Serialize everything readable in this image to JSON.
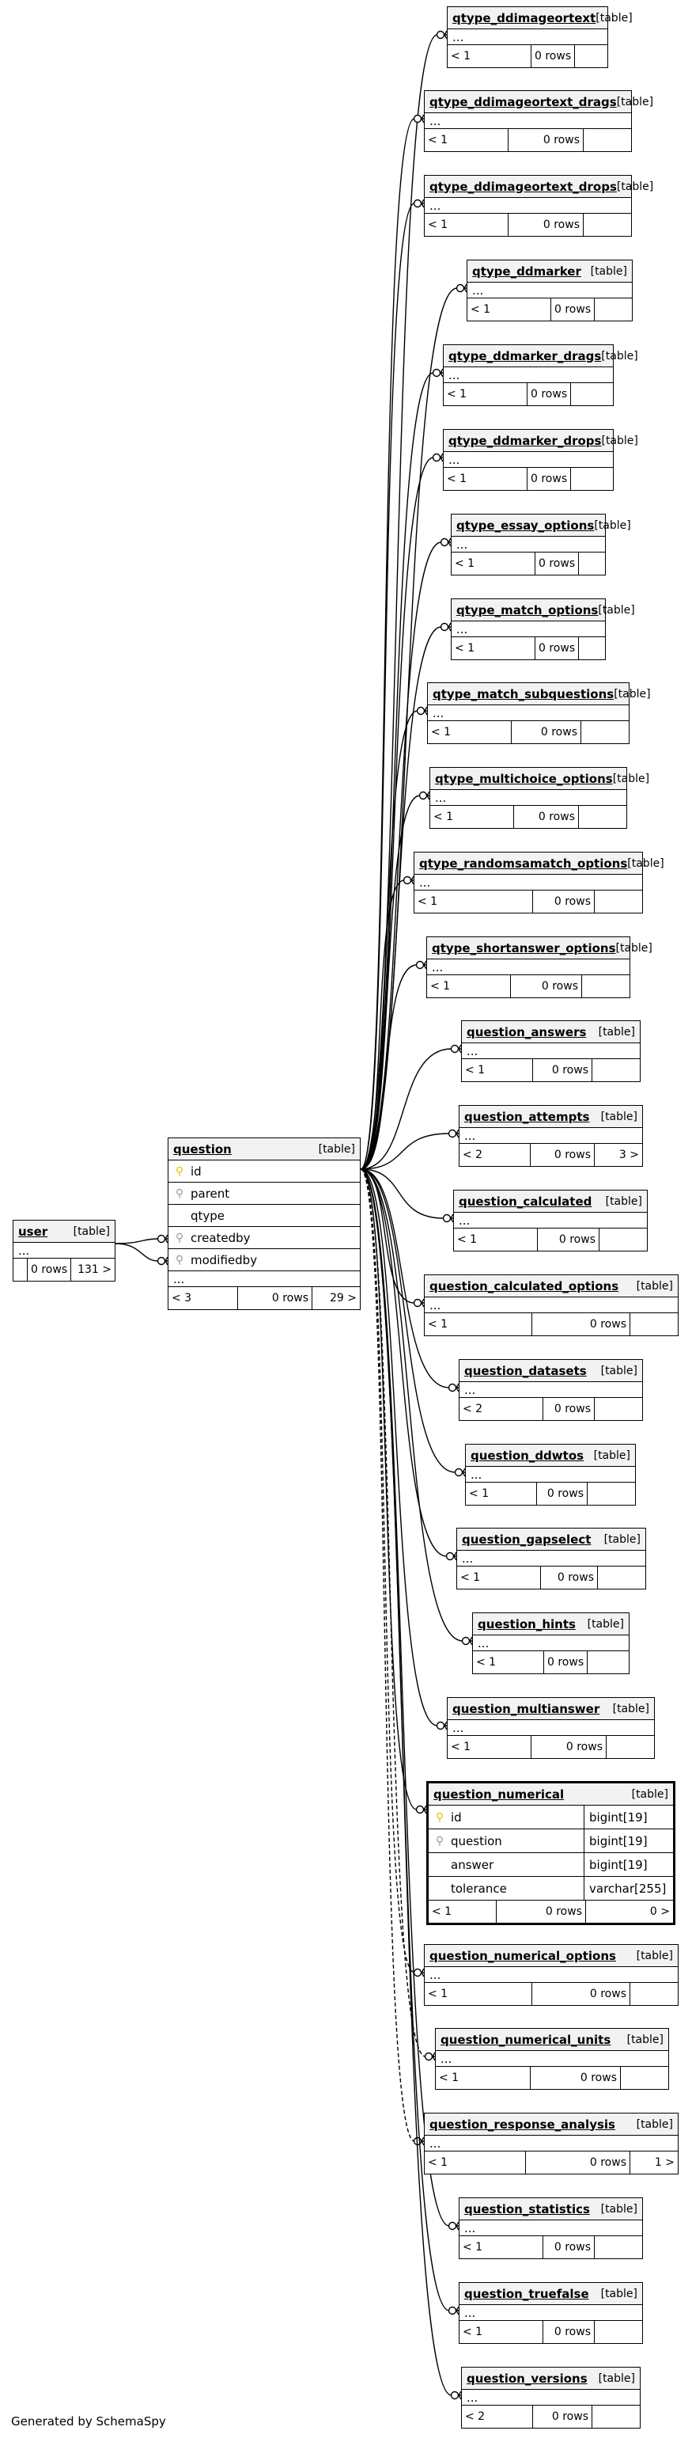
{
  "footer": {
    "generated_by": "Generated by SchemaSpy"
  },
  "colors": {
    "border": "#000000",
    "header_bg": "#f2f2f2",
    "pk_icon": "#e8c000",
    "fk_icon": "#9a9a9a"
  },
  "tables": {
    "user": {
      "name": "user",
      "kind": "[table]",
      "ellipsis": "...",
      "foot_lt": "",
      "foot_rows": "0 rows",
      "foot_gt": "131 >"
    },
    "question": {
      "name": "question",
      "kind": "[table]",
      "columns": [
        {
          "name": "id",
          "icon": "primary-key-icon"
        },
        {
          "name": "parent",
          "icon": "foreign-key-icon"
        },
        {
          "name": "qtype",
          "icon": ""
        },
        {
          "name": "createdby",
          "icon": "foreign-key-icon"
        },
        {
          "name": "modifiedby",
          "icon": "foreign-key-icon"
        }
      ],
      "ellipsis": "...",
      "foot_lt": "< 3",
      "foot_rows": "0 rows",
      "foot_gt": "29 >"
    },
    "qtype_ddimageortext": {
      "name": "qtype_ddimageortext",
      "kind": "[table]",
      "ellipsis": "...",
      "foot_lt": "< 1",
      "foot_rows": "0 rows",
      "foot_gt": ""
    },
    "qtype_ddimageortext_drags": {
      "name": "qtype_ddimageortext_drags",
      "kind": "[table]",
      "ellipsis": "...",
      "foot_lt": "< 1",
      "foot_rows": "0 rows",
      "foot_gt": ""
    },
    "qtype_ddimageortext_drops": {
      "name": "qtype_ddimageortext_drops",
      "kind": "[table]",
      "ellipsis": "...",
      "foot_lt": "< 1",
      "foot_rows": "0 rows",
      "foot_gt": ""
    },
    "qtype_ddmarker": {
      "name": "qtype_ddmarker",
      "kind": "[table]",
      "ellipsis": "...",
      "foot_lt": "< 1",
      "foot_rows": "0 rows",
      "foot_gt": ""
    },
    "qtype_ddmarker_drags": {
      "name": "qtype_ddmarker_drags",
      "kind": "[table]",
      "ellipsis": "...",
      "foot_lt": "< 1",
      "foot_rows": "0 rows",
      "foot_gt": ""
    },
    "qtype_ddmarker_drops": {
      "name": "qtype_ddmarker_drops",
      "kind": "[table]",
      "ellipsis": "...",
      "foot_lt": "< 1",
      "foot_rows": "0 rows",
      "foot_gt": ""
    },
    "qtype_essay_options": {
      "name": "qtype_essay_options",
      "kind": "[table]",
      "ellipsis": "...",
      "foot_lt": "< 1",
      "foot_rows": "0 rows",
      "foot_gt": ""
    },
    "qtype_match_options": {
      "name": "qtype_match_options",
      "kind": "[table]",
      "ellipsis": "...",
      "foot_lt": "< 1",
      "foot_rows": "0 rows",
      "foot_gt": ""
    },
    "qtype_match_subquestions": {
      "name": "qtype_match_subquestions",
      "kind": "[table]",
      "ellipsis": "...",
      "foot_lt": "< 1",
      "foot_rows": "0 rows",
      "foot_gt": ""
    },
    "qtype_multichoice_options": {
      "name": "qtype_multichoice_options",
      "kind": "[table]",
      "ellipsis": "...",
      "foot_lt": "< 1",
      "foot_rows": "0 rows",
      "foot_gt": ""
    },
    "qtype_randomsamatch_options": {
      "name": "qtype_randomsamatch_options",
      "kind": "[table]",
      "ellipsis": "...",
      "foot_lt": "< 1",
      "foot_rows": "0 rows",
      "foot_gt": ""
    },
    "qtype_shortanswer_options": {
      "name": "qtype_shortanswer_options",
      "kind": "[table]",
      "ellipsis": "...",
      "foot_lt": "< 1",
      "foot_rows": "0 rows",
      "foot_gt": ""
    },
    "question_answers": {
      "name": "question_answers",
      "kind": "[table]",
      "ellipsis": "...",
      "foot_lt": "< 1",
      "foot_rows": "0 rows",
      "foot_gt": ""
    },
    "question_attempts": {
      "name": "question_attempts",
      "kind": "[table]",
      "ellipsis": "...",
      "foot_lt": "< 2",
      "foot_rows": "0 rows",
      "foot_gt": "3 >"
    },
    "question_calculated": {
      "name": "question_calculated",
      "kind": "[table]",
      "ellipsis": "...",
      "foot_lt": "< 1",
      "foot_rows": "0 rows",
      "foot_gt": ""
    },
    "question_calculated_options": {
      "name": "question_calculated_options",
      "kind": "[table]",
      "ellipsis": "...",
      "foot_lt": "< 1",
      "foot_rows": "0 rows",
      "foot_gt": ""
    },
    "question_datasets": {
      "name": "question_datasets",
      "kind": "[table]",
      "ellipsis": "...",
      "foot_lt": "< 2",
      "foot_rows": "0 rows",
      "foot_gt": ""
    },
    "question_ddwtos": {
      "name": "question_ddwtos",
      "kind": "[table]",
      "ellipsis": "...",
      "foot_lt": "< 1",
      "foot_rows": "0 rows",
      "foot_gt": ""
    },
    "question_gapselect": {
      "name": "question_gapselect",
      "kind": "[table]",
      "ellipsis": "...",
      "foot_lt": "< 1",
      "foot_rows": "0 rows",
      "foot_gt": ""
    },
    "question_hints": {
      "name": "question_hints",
      "kind": "[table]",
      "ellipsis": "...",
      "foot_lt": "< 1",
      "foot_rows": "0 rows",
      "foot_gt": ""
    },
    "question_multianswer": {
      "name": "question_multianswer",
      "kind": "[table]",
      "ellipsis": "...",
      "foot_lt": "< 1",
      "foot_rows": "0 rows",
      "foot_gt": ""
    },
    "question_numerical": {
      "name": "question_numerical",
      "kind": "[table]",
      "columns": [
        {
          "name": "id",
          "type": "bigint[19]",
          "icon": "primary-key-icon"
        },
        {
          "name": "question",
          "type": "bigint[19]",
          "icon": "foreign-key-icon"
        },
        {
          "name": "answer",
          "type": "bigint[19]",
          "icon": ""
        },
        {
          "name": "tolerance",
          "type": "varchar[255]",
          "icon": ""
        }
      ],
      "foot_lt": "< 1",
      "foot_rows": "0 rows",
      "foot_gt": "0 >"
    },
    "question_numerical_options": {
      "name": "question_numerical_options",
      "kind": "[table]",
      "ellipsis": "...",
      "foot_lt": "< 1",
      "foot_rows": "0 rows",
      "foot_gt": ""
    },
    "question_numerical_units": {
      "name": "question_numerical_units",
      "kind": "[table]",
      "ellipsis": "...",
      "foot_lt": "< 1",
      "foot_rows": "0 rows",
      "foot_gt": ""
    },
    "question_response_analysis": {
      "name": "question_response_analysis",
      "kind": "[table]",
      "ellipsis": "...",
      "foot_lt": "< 1",
      "foot_rows": "0 rows",
      "foot_gt": "1 >"
    },
    "question_statistics": {
      "name": "question_statistics",
      "kind": "[table]",
      "ellipsis": "...",
      "foot_lt": "< 1",
      "foot_rows": "0 rows",
      "foot_gt": ""
    },
    "question_truefalse": {
      "name": "question_truefalse",
      "kind": "[table]",
      "ellipsis": "...",
      "foot_lt": "< 1",
      "foot_rows": "0 rows",
      "foot_gt": ""
    },
    "question_versions": {
      "name": "question_versions",
      "kind": "[table]",
      "ellipsis": "...",
      "foot_lt": "< 2",
      "foot_rows": "0 rows",
      "foot_gt": ""
    }
  }
}
